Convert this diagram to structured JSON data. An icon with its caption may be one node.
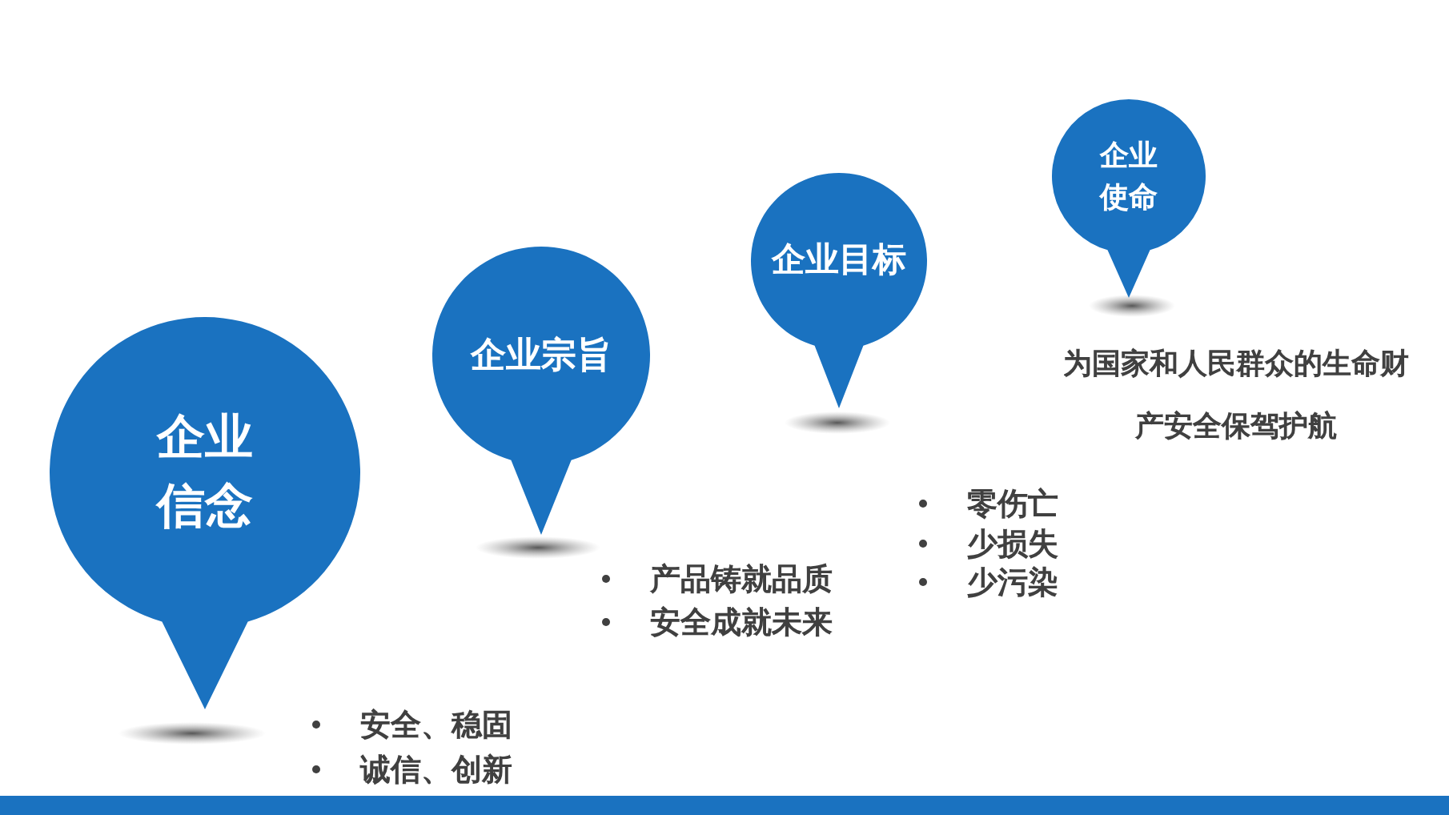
{
  "diagram": {
    "nodes": [
      {
        "text": [
          "企业信念"
        ],
        "beside": [
          "安全、稳固",
          "诚信、创新"
        ]
      },
      {
        "text": [
          "企业宗旨"
        ],
        "beside": [
          "产品铸就品质",
          "安全成就未来"
        ]
      },
      {
        "text": [
          "企业目标"
        ],
        "beside": [
          "零伤亡",
          "少损失",
          "少污染"
        ]
      },
      {
        "text": [
          "企业使命"
        ],
        "beside": [
          "为国家和人民群众的生命财产安全保驾护航"
        ]
      }
    ]
  }
}
